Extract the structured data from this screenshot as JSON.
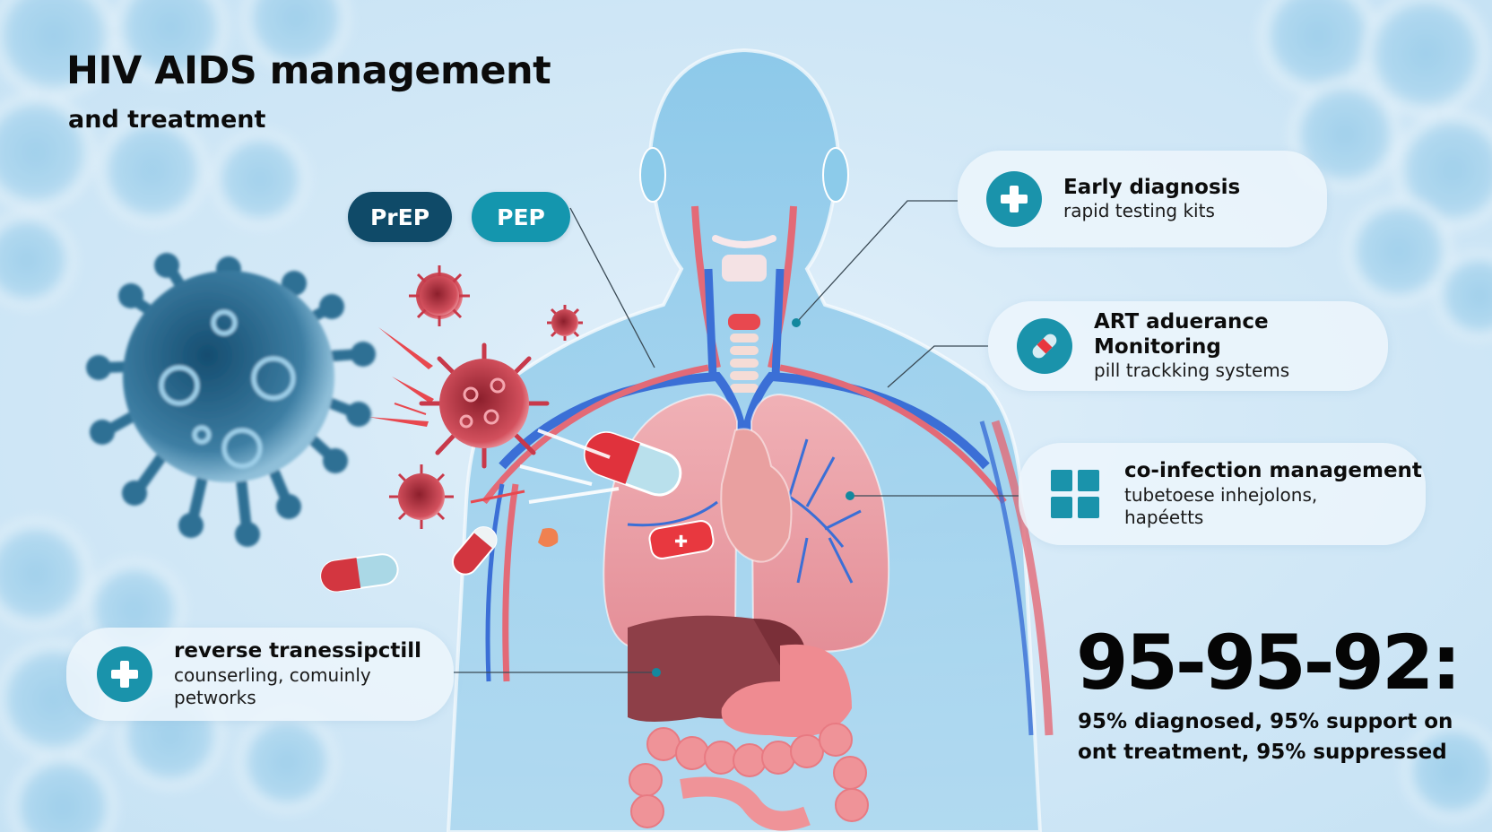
{
  "header": {
    "title": "HIV AIDS management",
    "subtitle": "and treatment"
  },
  "prevention_tags": [
    {
      "label": "PrEP",
      "color": "#0f4a68"
    },
    {
      "label": "PEP",
      "color": "#1496ae"
    }
  ],
  "callouts": [
    {
      "icon": "plus-cross-icon",
      "heading": "Early diagnosis",
      "detail": "rapid testing kits"
    },
    {
      "icon": "pill-capsule-icon",
      "heading": "ART aduerance Monitoring",
      "detail": "pill trackking  systems"
    },
    {
      "icon": "four-square-grid-icon",
      "heading": "co-infection management",
      "detail_line1": "tubetoese inhejolons,",
      "detail_line2": "hapéetts"
    },
    {
      "icon": "plus-cross-icon",
      "heading": "reverse tranessipctill",
      "detail": "counserling, comuinly petworks"
    }
  ],
  "stats": {
    "headline": "95-95-92:",
    "line1": "95% diagnosed, 95% support  on",
    "line2": "ont treatment, 95% suppressed"
  },
  "colors": {
    "accent_teal": "#1a93ab",
    "dark_navy": "#0f4a68",
    "virus_red": "#c8394a",
    "virus_blue": "#2f6f94",
    "background": "#d4e9f7"
  }
}
